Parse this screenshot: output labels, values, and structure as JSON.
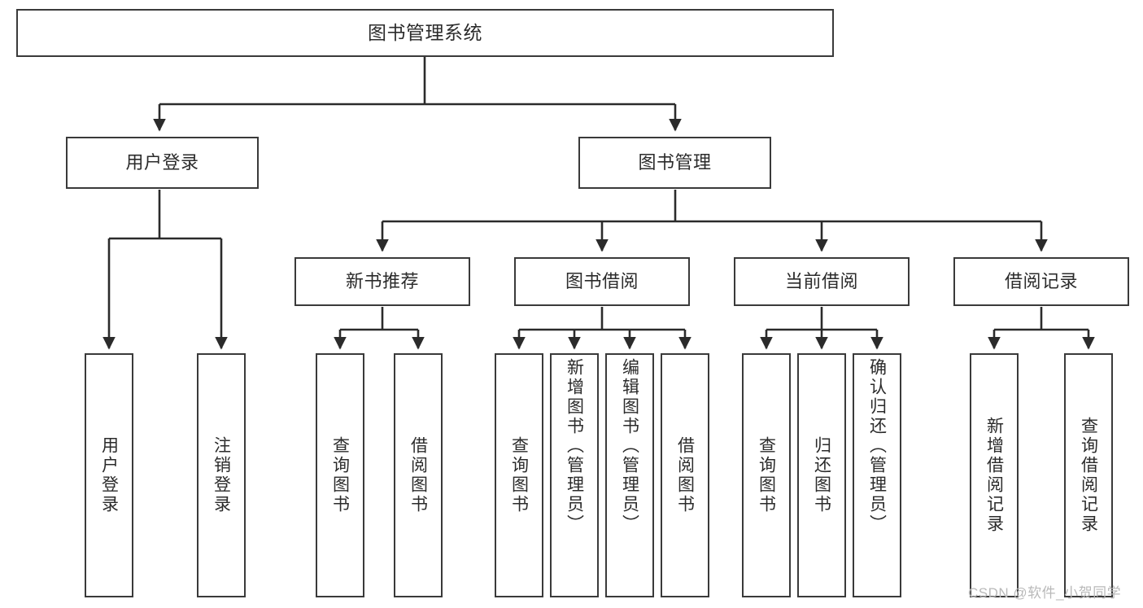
{
  "diagram": {
    "title_text": "图书管理系统",
    "type": "hierarchy-tree",
    "watermark": "CSDN @软件_小贺同学",
    "colors": {
      "box_border": "#3a3a3a",
      "box_fill": "#ffffff",
      "edge": "#2b2b2b",
      "text": "#2b2b2b",
      "watermark": "#b9b9b9",
      "background": "#ffffff"
    },
    "levels": {
      "level1": [
        "图书管理系统"
      ],
      "level2": [
        "用户登录",
        "图书管理"
      ],
      "level3": [
        "新书推荐",
        "图书借阅",
        "当前借阅",
        "借阅记录"
      ],
      "level4": [
        "用户登录",
        "注销登录",
        "查询图书",
        "借阅图书",
        "查询图书",
        "新增图书（管理员）",
        "编辑图书（管理员）",
        "借阅图书",
        "查询图书",
        "归还图书",
        "确认归还（管理员）",
        "新增借阅记录",
        "查询借阅记录"
      ]
    },
    "nodes": {
      "root": {
        "label": "图书管理系统"
      },
      "user_login": {
        "label": "用户登录"
      },
      "book_mgmt": {
        "label": "图书管理"
      },
      "new_book_rec": {
        "label": "新书推荐"
      },
      "book_borrow": {
        "label": "图书借阅"
      },
      "current_borrow": {
        "label": "当前借阅"
      },
      "borrow_record": {
        "label": "借阅记录"
      },
      "leaf_user_login": {
        "label": "用户登录"
      },
      "leaf_logout": {
        "label": "注销登录"
      },
      "leaf_query_book_1": {
        "label": "查询图书"
      },
      "leaf_borrow_book_1": {
        "label": "借阅图书"
      },
      "leaf_query_book_2": {
        "label": "查询图书"
      },
      "leaf_add_book": {
        "label": "新增图书（管理员）"
      },
      "leaf_edit_book": {
        "label": "编辑图书（管理员）"
      },
      "leaf_borrow_book_2": {
        "label": "借阅图书"
      },
      "leaf_query_book_3": {
        "label": "查询图书"
      },
      "leaf_return_book": {
        "label": "归还图书"
      },
      "leaf_confirm_return": {
        "label": "确认归还（管理员）"
      },
      "leaf_add_record": {
        "label": "新增借阅记录"
      },
      "leaf_query_record": {
        "label": "查询借阅记录"
      }
    },
    "edges": [
      {
        "from": "root",
        "to": "user_login"
      },
      {
        "from": "root",
        "to": "book_mgmt"
      },
      {
        "from": "user_login",
        "to": "leaf_user_login"
      },
      {
        "from": "user_login",
        "to": "leaf_logout"
      },
      {
        "from": "book_mgmt",
        "to": "new_book_rec"
      },
      {
        "from": "book_mgmt",
        "to": "book_borrow"
      },
      {
        "from": "book_mgmt",
        "to": "current_borrow"
      },
      {
        "from": "book_mgmt",
        "to": "borrow_record"
      },
      {
        "from": "new_book_rec",
        "to": "leaf_query_book_1"
      },
      {
        "from": "new_book_rec",
        "to": "leaf_borrow_book_1"
      },
      {
        "from": "book_borrow",
        "to": "leaf_query_book_2"
      },
      {
        "from": "book_borrow",
        "to": "leaf_add_book"
      },
      {
        "from": "book_borrow",
        "to": "leaf_edit_book"
      },
      {
        "from": "book_borrow",
        "to": "leaf_borrow_book_2"
      },
      {
        "from": "current_borrow",
        "to": "leaf_query_book_3"
      },
      {
        "from": "current_borrow",
        "to": "leaf_return_book"
      },
      {
        "from": "current_borrow",
        "to": "leaf_confirm_return"
      },
      {
        "from": "borrow_record",
        "to": "leaf_add_record"
      },
      {
        "from": "borrow_record",
        "to": "leaf_query_record"
      }
    ]
  }
}
